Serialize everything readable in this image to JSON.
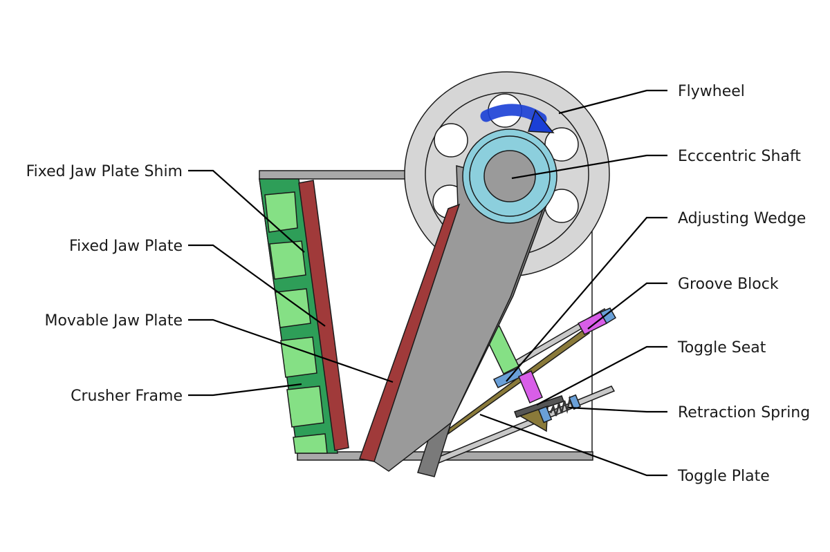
{
  "diagram": {
    "colors": {
      "frame_bar": "#a9a9a9",
      "frame_green_dark": "#2e9e58",
      "frame_green_light": "#85e085",
      "jaw_plate": "#a03a3a",
      "movable_jaw": "#9a9a9a",
      "movable_jaw_shadow": "#7a7a7a",
      "flywheel": "#d6d6d6",
      "shaft_outer": "#8ccfdd",
      "shaft_inner": "#9a9a9a",
      "arrow": "#1a3fd6",
      "wedge": "#6aa0d8",
      "groove_block": "#d85ee8",
      "toggle_plate": "#8a7a3a"
    },
    "labels": {
      "fixed_jaw_plate_shim": "Fixed Jaw Plate Shim",
      "fixed_jaw_plate": "Fixed Jaw Plate",
      "movable_jaw_plate": "Movable Jaw Plate",
      "crusher_frame": "Crusher Frame",
      "flywheel": "Flywheel",
      "eccentric_shaft": "Ecccentric Shaft",
      "adjusting_wedge": "Adjusting Wedge",
      "groove_block": "Groove Block",
      "toggle_seat": "Toggle Seat",
      "retraction_spring": "Retraction Spring",
      "toggle_plate": "Toggle Plate"
    }
  }
}
